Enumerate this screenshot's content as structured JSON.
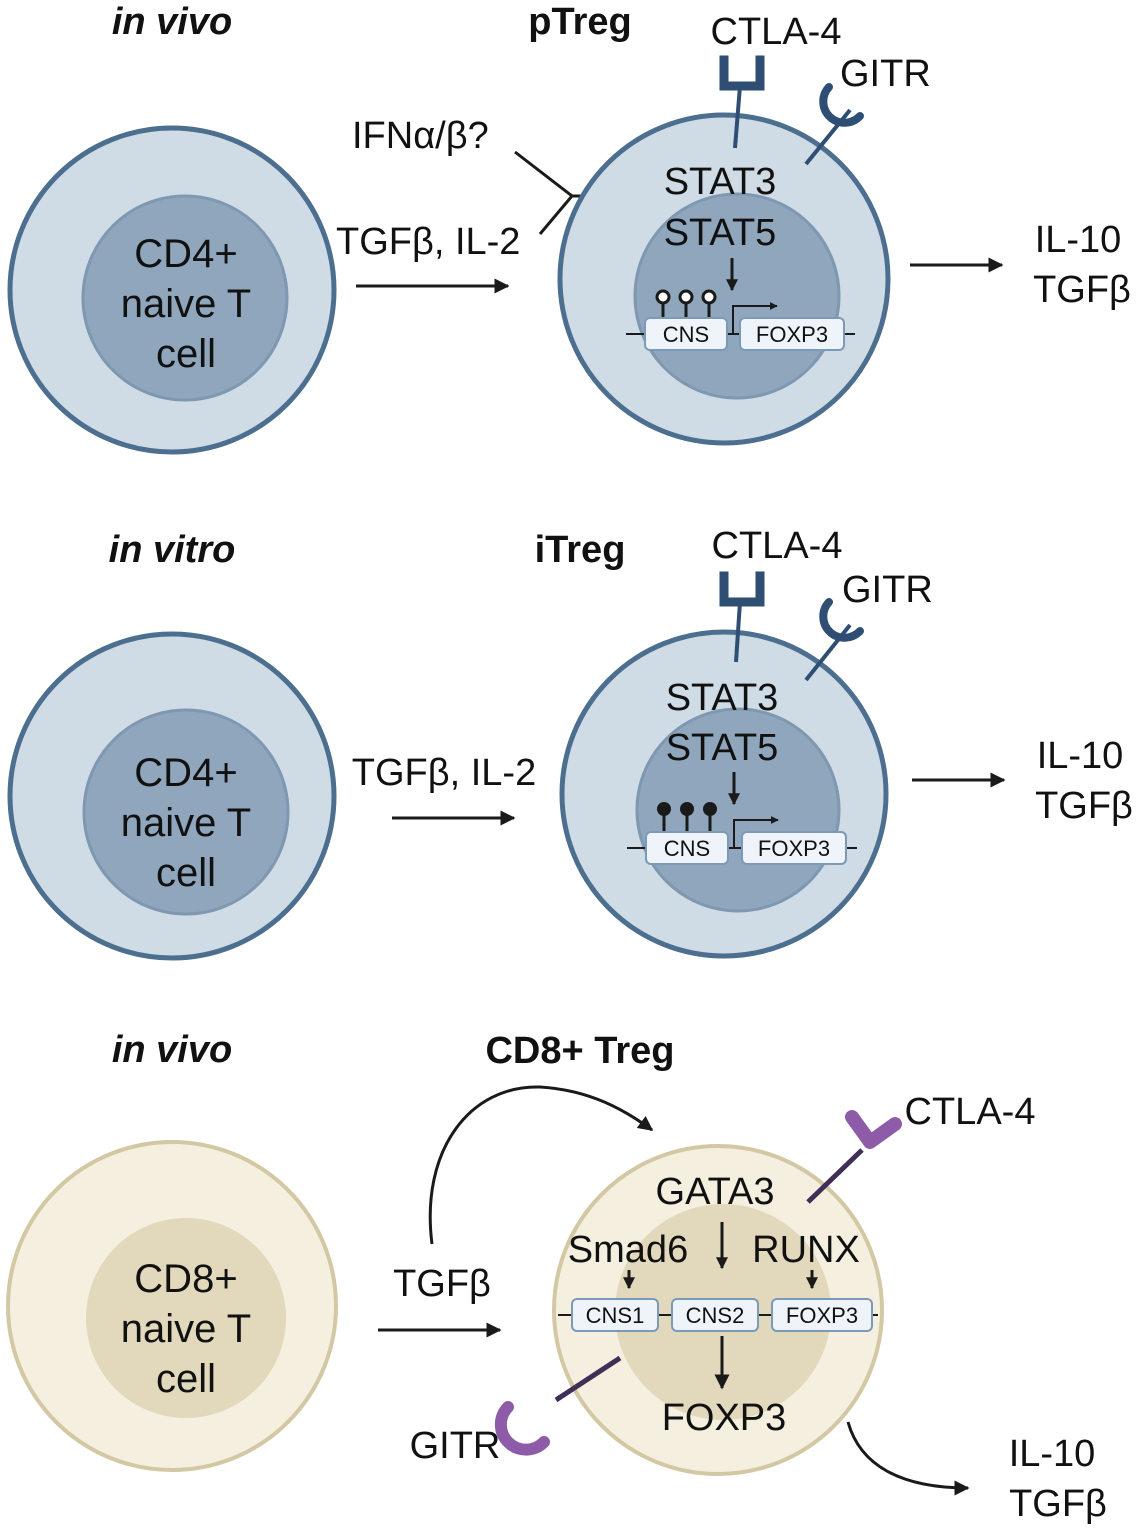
{
  "colors": {
    "blue_cell_outer": "#cfdbe5",
    "blue_cell_border": "#4d6f8f",
    "blue_nucleus": "#8fa6bd",
    "blue_nucleus_border": "#7f98b1",
    "beige_cell_outer": "#f4efdf",
    "beige_cell_border": "#d3c8a3",
    "beige_nucleus": "#e2d8bc",
    "receptor_blue": "#2e4e73",
    "receptor_purple": "#8e5ba8",
    "receptor_stalk_purple": "#3f2e55",
    "dna_box_fill": "#eef4fa",
    "dna_box_border": "#7a9ab8"
  },
  "panel1": {
    "context": "in vivo",
    "naive_cell": [
      "CD4+",
      "naive T",
      "cell"
    ],
    "stimulus_extra": "IFNα/β?",
    "stimulus": "TGFβ, IL-2",
    "result_title": "pTreg",
    "receptor_1": "CTLA-4",
    "receptor_2": "GITR",
    "tf_1": "STAT3",
    "tf_2": "STAT5",
    "dna_region": "CNS",
    "gene": "FOXP3",
    "methylation_state_icon": "open-circle-lollipops",
    "cytokines": [
      "IL-10",
      "TGFβ"
    ]
  },
  "panel2": {
    "context": "in vitro",
    "naive_cell": [
      "CD4+",
      "naive T",
      "cell"
    ],
    "stimulus": "TGFβ, IL-2",
    "result_title": "iTreg",
    "receptor_1": "CTLA-4",
    "receptor_2": "GITR",
    "tf_1": "STAT3",
    "tf_2": "STAT5",
    "dna_region": "CNS",
    "gene": "FOXP3",
    "methylation_state_icon": "filled-circle-lollipops",
    "cytokines": [
      "IL-10",
      "TGFβ"
    ]
  },
  "panel3": {
    "context": "in vivo",
    "naive_cell": [
      "CD8+",
      "naive T",
      "cell"
    ],
    "stimulus": "TGFβ",
    "result_title": "CD8+ Treg",
    "receptor_1": "CTLA-4",
    "receptor_2": "GITR",
    "tf_top": "GATA3",
    "tf_left": "Smad6",
    "tf_right": "RUNX",
    "dna_region_1": "CNS1",
    "dna_region_2": "CNS2",
    "gene": "FOXP3",
    "product": "FOXP3",
    "cytokines": [
      "IL-10",
      "TGFβ"
    ]
  }
}
